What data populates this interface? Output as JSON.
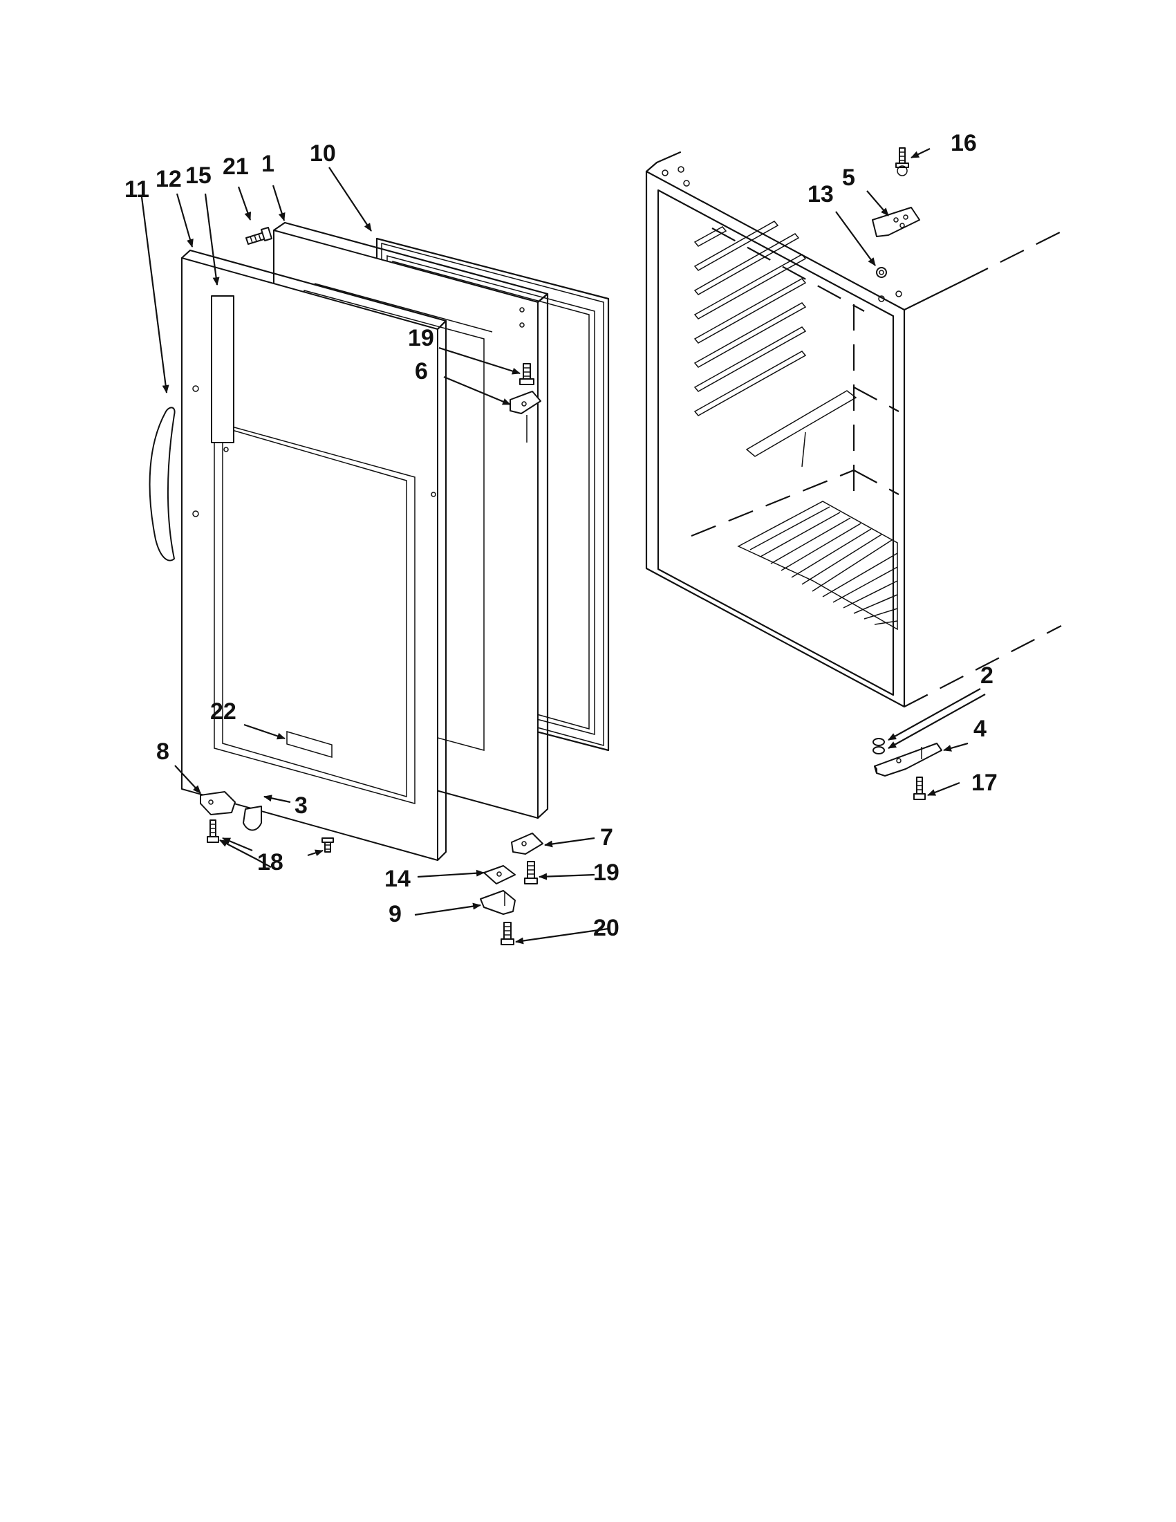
{
  "diagram": {
    "type": "exploded parts diagram",
    "colors": {
      "ink": "#111111",
      "paper": "#ffffff"
    },
    "callouts": {
      "c1": "1",
      "c2": "2",
      "c3": "3",
      "c4": "4",
      "c5": "5",
      "c6": "6",
      "c7": "7",
      "c8": "8",
      "c9": "9",
      "c10": "10",
      "c11": "11",
      "c12": "12",
      "c13": "13",
      "c14": "14",
      "c15": "15",
      "c16": "16",
      "c17": "17",
      "c18": "18",
      "c19": "19",
      "c20": "20",
      "c21": "21",
      "c22": "22"
    }
  }
}
